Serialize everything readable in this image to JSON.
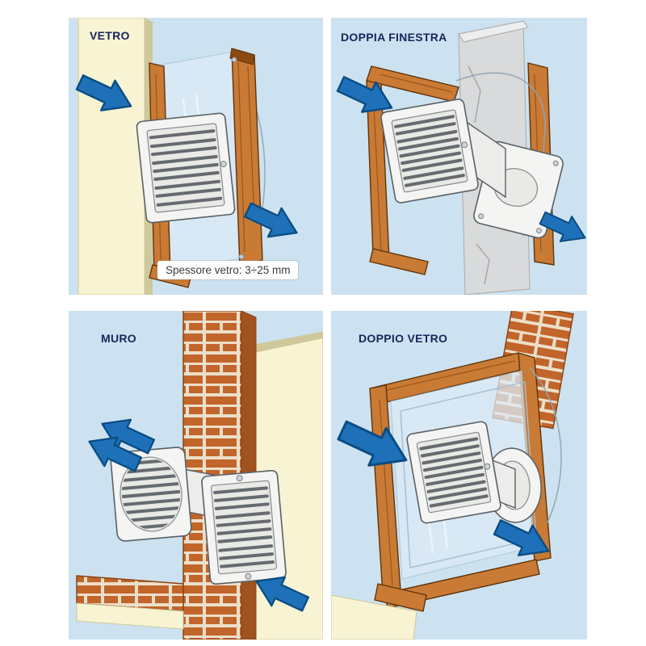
{
  "panels": [
    {
      "id": "vetro",
      "label": "VETRO",
      "note": "Spessore vetro: 3÷25 mm"
    },
    {
      "id": "doppia-finestra",
      "label": "DOPPIA FINESTRA"
    },
    {
      "id": "muro",
      "label": "MURO"
    },
    {
      "id": "doppio-vetro",
      "label": "DOPPIO VETRO"
    }
  ],
  "colors": {
    "panel_bg": "#cde2f0",
    "label": "#16265c",
    "arrow_fill": "#1e71b8",
    "arrow_stroke": "#0b4c83",
    "wood": "#c97a35",
    "wood_dark": "#8a4a12",
    "wood_outline": "#5f3408",
    "brick": "#c2652b",
    "mortar": "#ecdfc9",
    "cream": "#f8f3d2",
    "cream_edge": "#cfc89a",
    "gray_wall": "#d9dadb",
    "fan_body": "#f4f4f2",
    "fan_face": "#e9e9e6",
    "louver": "#666b70",
    "outline": "#5a6066",
    "glass": "#dcebf6",
    "note_bg": "#ffffff",
    "note_text": "#3c3c3c"
  }
}
